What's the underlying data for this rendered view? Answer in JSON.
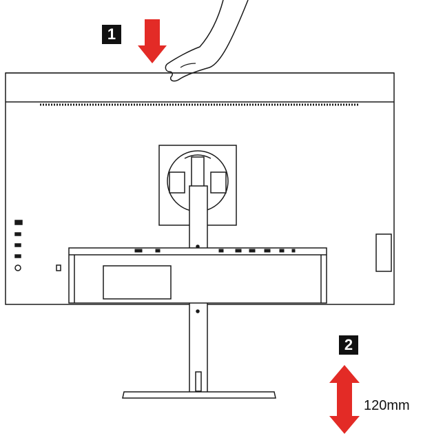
{
  "steps": [
    {
      "number": "1",
      "action": "press-down"
    },
    {
      "number": "2",
      "action": "height-adjust"
    }
  ],
  "height_adjustment": {
    "label": "120mm"
  },
  "colors": {
    "arrow": "#e32b26",
    "outline": "#1a1a1a",
    "badge": "#111111"
  }
}
